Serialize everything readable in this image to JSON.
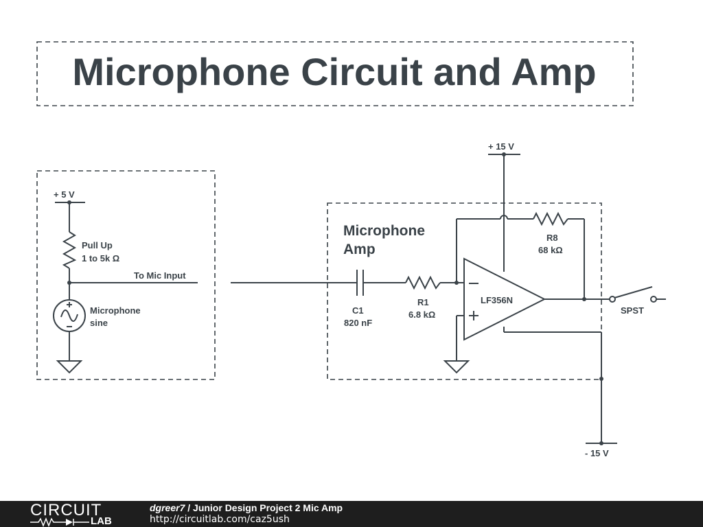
{
  "title": "Microphone Circuit and Amp",
  "mic_block": {
    "supply_label": "+ 5 V",
    "pullup_name": "Pull Up",
    "pullup_value": "1 to 5k Ω",
    "output_label": "To Mic Input",
    "source_name": "Microphone",
    "source_value": "sine"
  },
  "amp_block": {
    "title_line1": "Microphone",
    "title_line2": "Amp",
    "c1_name": "C1",
    "c1_value": "820 nF",
    "r1_name": "R1",
    "r1_value": "6.8 kΩ",
    "r8_name": "R8",
    "r8_value": "68 kΩ",
    "opamp_name": "LF356N",
    "pos_supply": "+ 15 V",
    "neg_supply": "- 15 V",
    "switch_name": "SPST"
  },
  "footer": {
    "logo_top": "CIRCUIT",
    "logo_bottom": "LAB",
    "author": "dgreer7",
    "separator": " / ",
    "project": "Junior Design Project 2 Mic Amp",
    "url": "http://circuitlab.com/caz5ush"
  }
}
